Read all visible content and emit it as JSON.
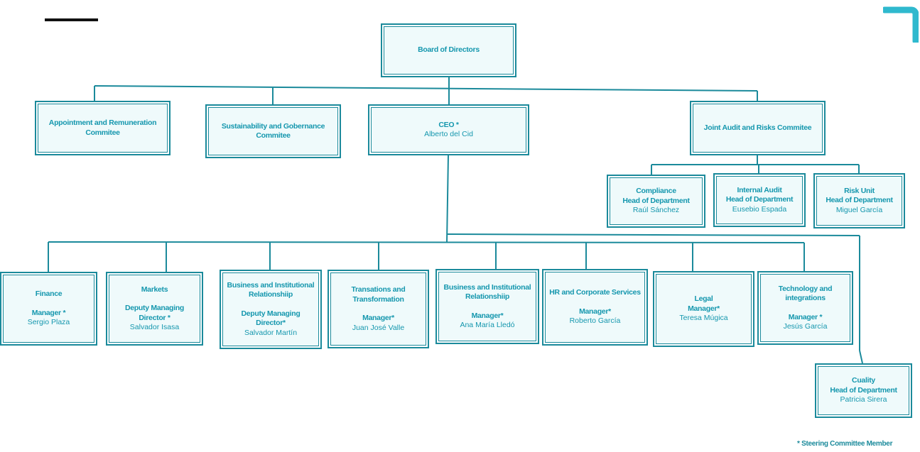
{
  "board": {
    "title": "Board of Directors"
  },
  "appointment": {
    "title": "Appointment and Remuneration Commitee"
  },
  "sustainability": {
    "title": "Sustainability and Gobernance Commitee"
  },
  "ceo": {
    "role": "CEO *",
    "person": "Alberto del Cid"
  },
  "audit_committee": {
    "title": "Joint Audit and Risks Commitee"
  },
  "compliance": {
    "title": "Compliance",
    "role": "Head of Department",
    "person": "Raúl Sánchez"
  },
  "internal_audit": {
    "title": "Internal Audit",
    "role": "Head of Department",
    "person": "Eusebio Espada"
  },
  "risk_unit": {
    "title": "Risk Unit",
    "role": "Head of Department",
    "person": "Miguel García"
  },
  "finance": {
    "title": "Finance",
    "role": "Manager *",
    "person": "Sergio Plaza"
  },
  "markets": {
    "title": "Markets",
    "role": "Deputy Managing Director *",
    "person": "Salvador Isasa"
  },
  "bir_deputy": {
    "title": "Business and Institutional Relationshiip",
    "role": "Deputy Managing Director*",
    "person": "Salvador Martín"
  },
  "transations": {
    "title": "Transations and Transformation",
    "role": "Manager*",
    "person": "Juan José Valle"
  },
  "bir_manager": {
    "title": "Business and Institutional Relationshiip",
    "role": "Manager*",
    "person": "Ana María Lledó"
  },
  "hr": {
    "title": "HR and Corporate Services",
    "role": "Manager*",
    "person": "Roberto García"
  },
  "legal": {
    "title": "Legal",
    "role": "Manager*",
    "person": "Teresa Múgica"
  },
  "technology": {
    "title": "Technology and integrations",
    "role": "Manager *",
    "person": "Jesús García"
  },
  "quality": {
    "title": "Cuality",
    "role": "Head of Department",
    "person": "Patricia Sirera"
  },
  "footnote": "* Steering Committee Member",
  "colors": {
    "accent": "#1597ae",
    "border": "#1b8a9b",
    "fill": "#effafb",
    "corner": "#2fb9ce",
    "bar": "#111111"
  }
}
